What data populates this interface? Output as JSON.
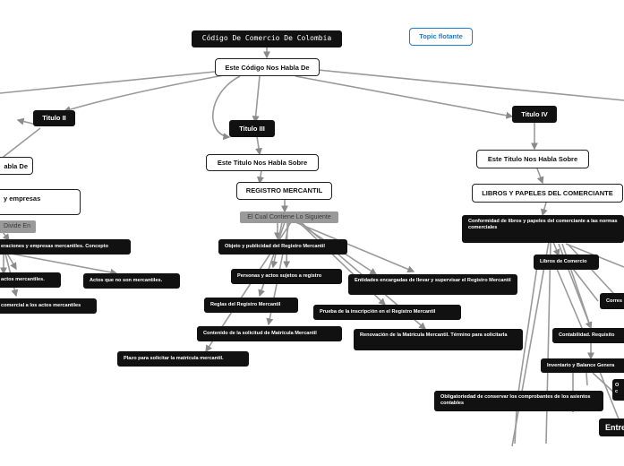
{
  "nodes": {
    "main": "Código De Comercio De Colombia",
    "floating": "Topic flotante",
    "habla": "Este Código Nos Habla De",
    "t2": "Titulo II",
    "t3": "Titulo III",
    "t4": "Titulo IV",
    "habla_de_left": "abla De",
    "empresas": "y empresas",
    "divide": "Divide En",
    "op_concepto": "eraciones y empresas mercantiles. Concepto",
    "actos_merc": "actos mercantiles.",
    "actos_no": "Actos que no son mercantiles.",
    "comercial": "comercial a los actos mercantiles",
    "t3_sobre": "Este Titulo Nos Habla Sobre",
    "registro": "REGISTRO MERCANTIL",
    "contiene": "El Cual Contiene Lo Siguiente",
    "objeto": "Objeto y publicidad del Registro Mercantil",
    "personas": "Personas y actos sujetos a registro",
    "reglas": "Reglas del Registro Mercantil",
    "contenido": "Contenido de la solicitud de Matrícula Mercantil",
    "plazo": "Plazo para solicitar la matrícula mercantil.",
    "entidades": "Entidades encargadas de llevar y supervisar el Registro Mercantil",
    "prueba": "Prueba de la inscripción en el Registro Mercantil",
    "renovacion": "Renovación de la Matrícula Mercantil. Término para solicitarla",
    "t4_sobre": "Este Titulo Nos Habla Sobre",
    "libros_papeles": "LIBROS Y PAPELES DEL COMERCIANTE",
    "conformidad": "Conformidad de libros y papeles del comerciante a las normas comerciales",
    "libros_comercio": "Libros de Comercio",
    "corres": "Corres",
    "contab": "Contabilidad. Requisito",
    "inventario": "Inventario y Balance Genera",
    "oc": "O\nc",
    "obligatoriedad": "Obligatoriedad de conservar los comprobantes de los asientos contables",
    "entre": "Entre"
  }
}
